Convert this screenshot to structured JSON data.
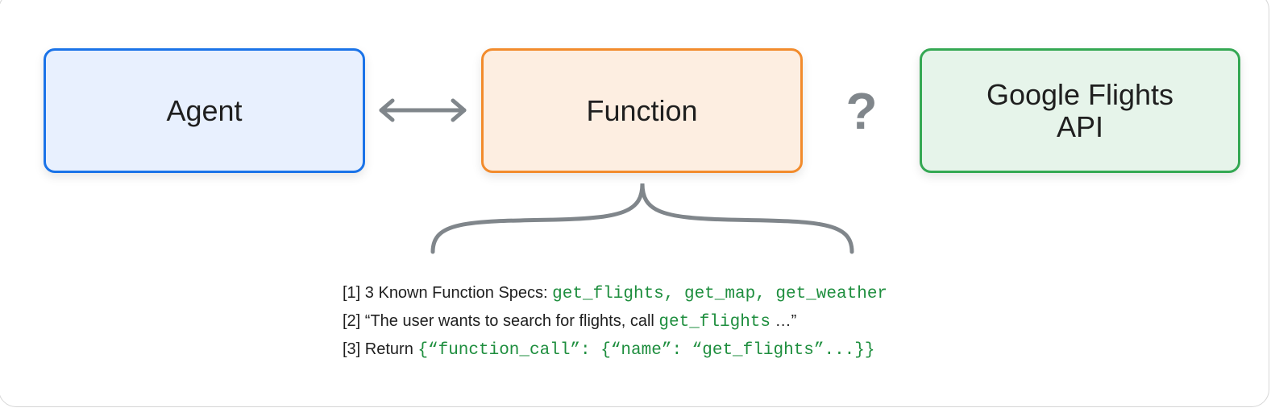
{
  "boxes": {
    "agent": "Agent",
    "function": "Function",
    "api": "Google Flights\nAPI"
  },
  "question_mark": "?",
  "notes": [
    {
      "prefix": "[1] 3 Known Function Specs: ",
      "code": "get_flights, get_map, get_weather",
      "suffix": ""
    },
    {
      "prefix": "[2] “The user wants to search for flights, call ",
      "code": "get_flights",
      "suffix": " …”"
    },
    {
      "prefix": "[3] Return ",
      "code": "{“function_call”: {“name”: “get_flights”...}}",
      "suffix": ""
    }
  ],
  "icons": {
    "arrow": "double-arrow-icon",
    "brace": "curly-brace-icon"
  },
  "colors": {
    "agent_fill": "#e8f0fe",
    "agent_border": "#1a73e8",
    "function_fill": "#fdeee1",
    "function_border": "#f28b2c",
    "api_fill": "#e6f4ea",
    "api_border": "#34a853",
    "code": "#1e8e3e",
    "connector": "#80868b"
  }
}
